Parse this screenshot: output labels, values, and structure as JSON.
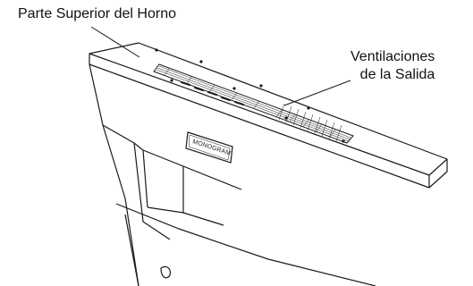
{
  "labels": {
    "oven_top": "Parte Superior del Horno",
    "vents_line1": "Ventilaciones",
    "vents_line2": "de la Salida"
  },
  "badge": {
    "text": "MONOGRAM"
  },
  "colors": {
    "line": "#1a1a1a",
    "background": "#ffffff"
  }
}
